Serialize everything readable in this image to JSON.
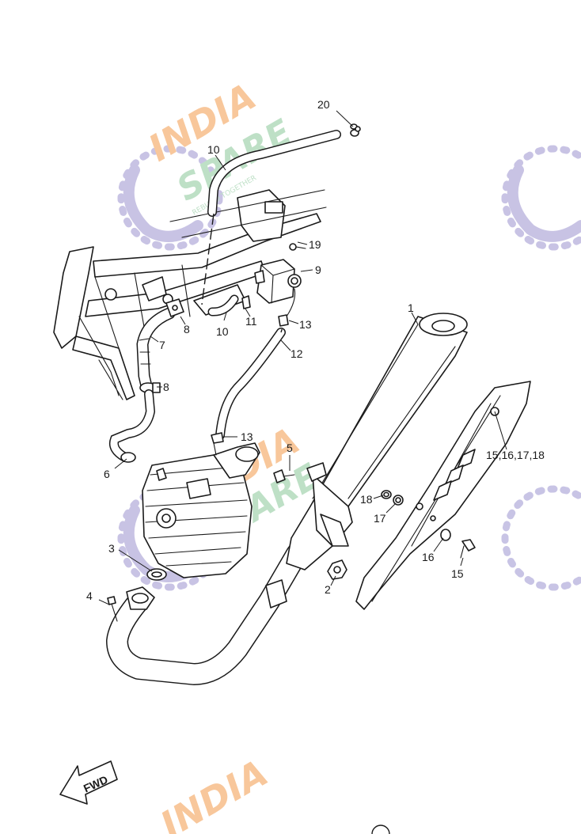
{
  "watermark": {
    "line1": "INDIA",
    "line2": "SPARE",
    "tagline": "REBUILD TOGETHER",
    "colors": {
      "orange": "#f6b57a",
      "green": "#a9d6b4",
      "purple": "#b6b0dc"
    }
  },
  "callouts": {
    "c1": "1",
    "c2": "2",
    "c3": "3",
    "c4": "4",
    "c5": "5",
    "c6": "6",
    "c7": "7",
    "c8a": "8",
    "c8b": "8",
    "c9": "9",
    "c10a": "10",
    "c10b": "10",
    "c11": "11",
    "c12": "12",
    "c13a": "13",
    "c13b": "13",
    "c15": "15",
    "c15_18": "15,16,17,18",
    "c16": "16",
    "c17": "17",
    "c18": "18",
    "c19": "19",
    "c20": "20"
  },
  "fwd_label": "FWD"
}
